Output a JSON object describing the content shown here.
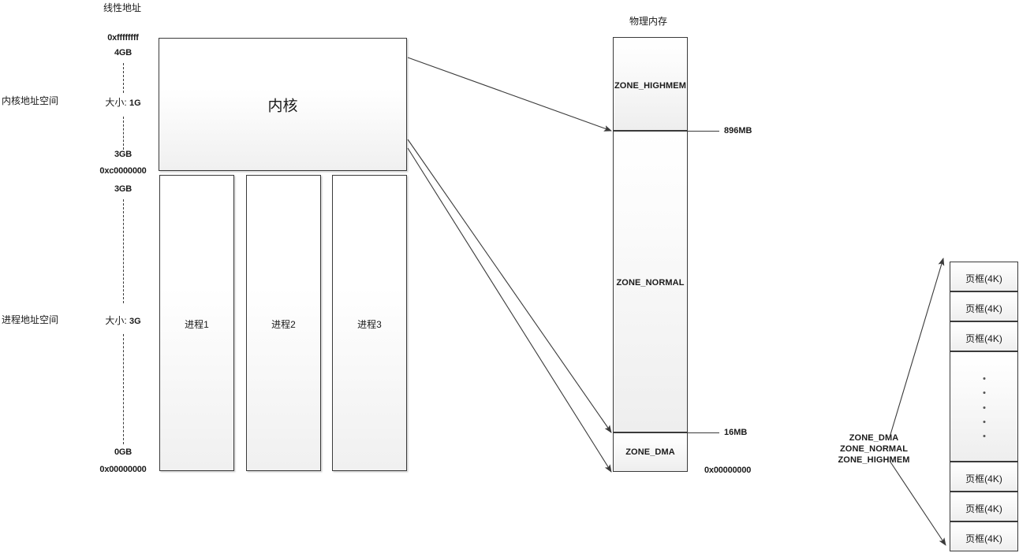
{
  "headers": {
    "linear_address": "线性地址",
    "physical_memory": "物理内存"
  },
  "side_labels": {
    "kernel_space": "内核地址空间",
    "process_space": "进程地址空间"
  },
  "linear_scale": {
    "kernel": {
      "top_hex": "0xffffffff",
      "top_size": "4GB",
      "size_prefix": "大小:",
      "size_value": "1G",
      "bottom_size": "3GB",
      "bottom_hex": "0xc0000000"
    },
    "process": {
      "top_size": "3GB",
      "size_prefix": "大小:",
      "size_value": "3G",
      "bottom_size": "0GB",
      "bottom_hex": "0x00000000"
    }
  },
  "kernel_box": {
    "label": "内核"
  },
  "process_boxes": [
    {
      "label": "进程1"
    },
    {
      "label": "进程2"
    },
    {
      "label": "进程3"
    }
  ],
  "physical_memory": {
    "zones": [
      {
        "name": "ZONE_HIGHMEM"
      },
      {
        "name": "ZONE_NORMAL"
      },
      {
        "name": "ZONE_DMA"
      }
    ],
    "marks": [
      {
        "value": "896MB"
      },
      {
        "value": "16MB"
      }
    ],
    "base_hex": "0x00000000"
  },
  "zone_group_label": {
    "lines": [
      "ZONE_DMA",
      "ZONE_NORMAL",
      "ZONE_HIGHMEM"
    ]
  },
  "page_frames": {
    "top": [
      {
        "label": "页框(4K)"
      },
      {
        "label": "页框(4K)"
      },
      {
        "label": "页框(4K)"
      }
    ],
    "bottom": [
      {
        "label": "页框(4K)"
      },
      {
        "label": "页框(4K)"
      },
      {
        "label": "页框(4K)"
      }
    ],
    "ellipsis_dot_count": 5
  },
  "colors": {
    "stroke": "#3a3a3a",
    "text": "#1a1a1a",
    "box_top": "#ffffff",
    "box_bottom": "#eeeeee"
  }
}
